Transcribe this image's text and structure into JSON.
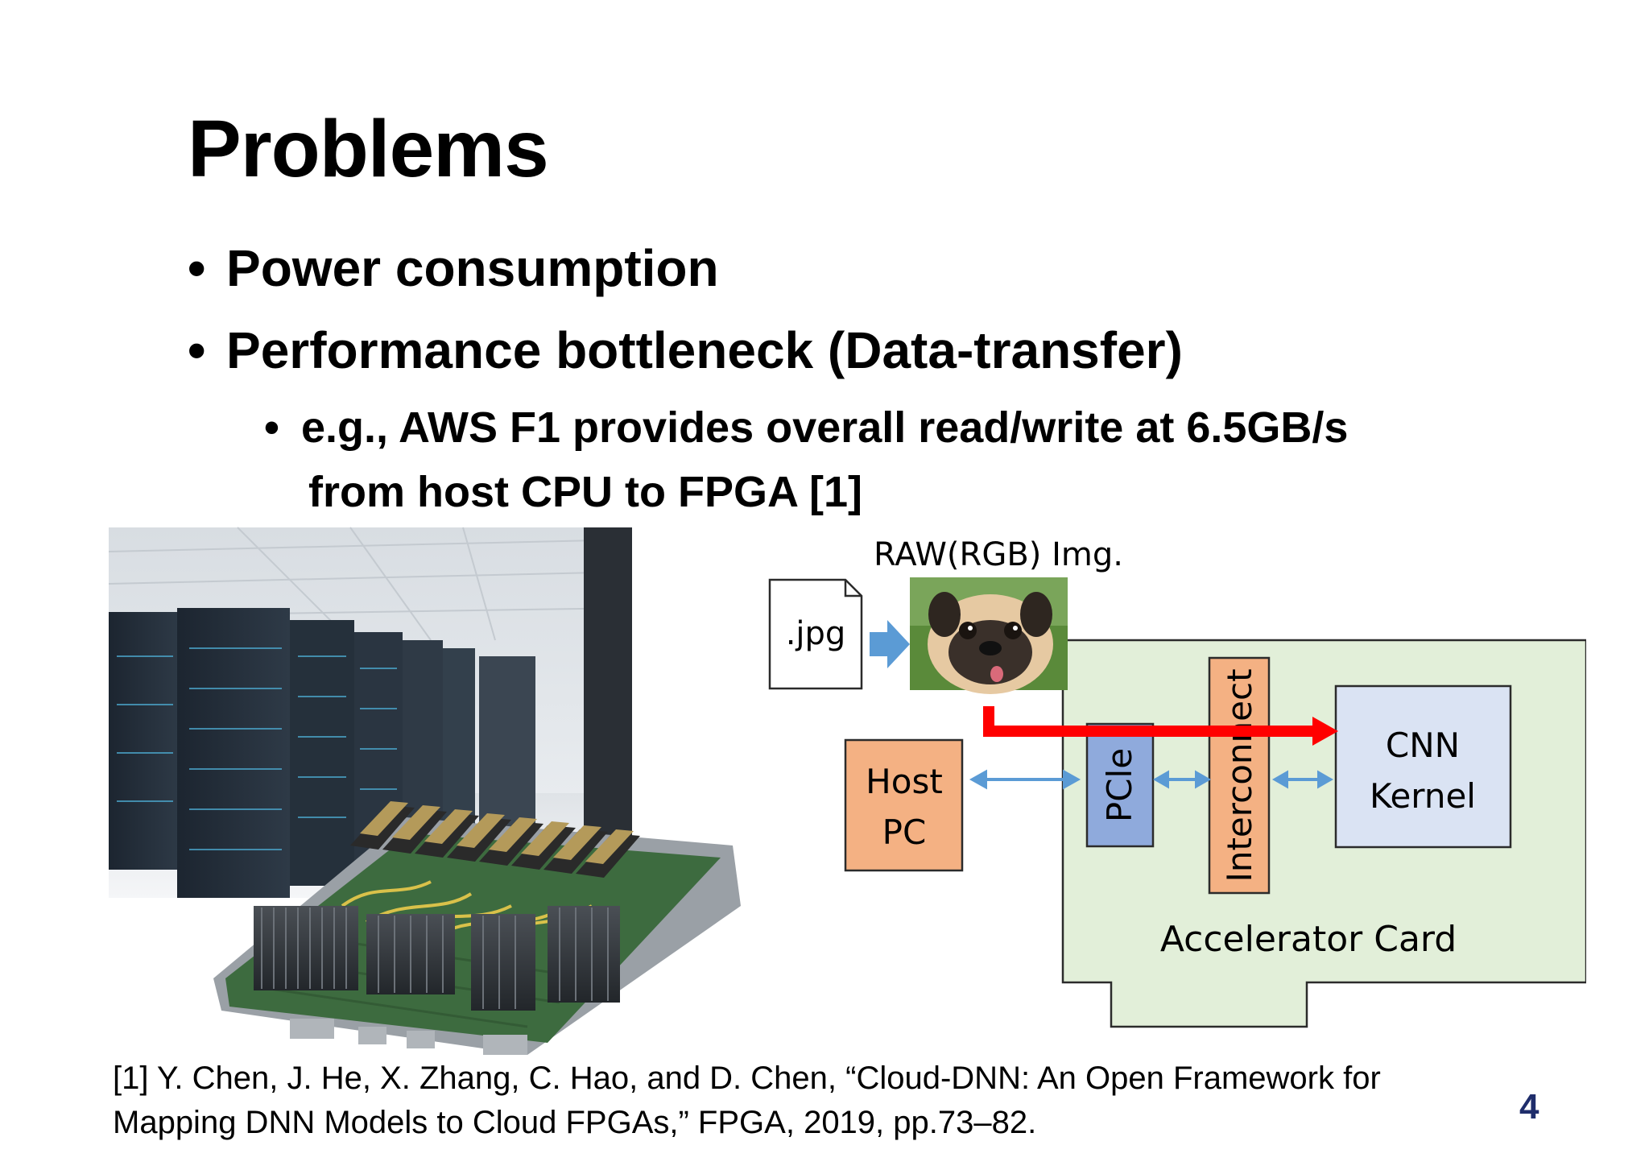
{
  "slide": {
    "title": "Problems",
    "bullets": [
      "Power consumption",
      "Performance bottleneck (Data-transfer)"
    ],
    "sub_bullet_line1": "e.g., AWS F1 provides overall read/write at 6.5GB/s",
    "sub_bullet_line2": "from host CPU to FPGA [1]",
    "bullet_glyph": "•",
    "reference_line1": "[1]  Y. Chen, J. He, X. Zhang, C. Hao, and D. Chen, “Cloud-DNN: An Open Framework for",
    "reference_line2": "Mapping DNN Models to Cloud FPGAs,” FPGA, 2019, pp.73–82.",
    "page_number": "4"
  },
  "diagram": {
    "image_label": "RAW(RGB) Img.",
    "file_label": ".jpg",
    "host_line1": "Host",
    "host_line2": "PC",
    "pcie_label": "PCle",
    "interconnect_label": "Interconnect",
    "cnn_line1": "CNN",
    "cnn_line2": "Kernel",
    "card_label": "Accelerator Card",
    "colors": {
      "card_fill": "#e2efd9",
      "host_fill": "#f4b183",
      "pcie_fill": "#8faadc",
      "interconnect_fill": "#f4b183",
      "cnn_fill": "#dae3f3",
      "arrow_blue": "#5b9bd5",
      "arrow_red": "#ff0000"
    }
  }
}
